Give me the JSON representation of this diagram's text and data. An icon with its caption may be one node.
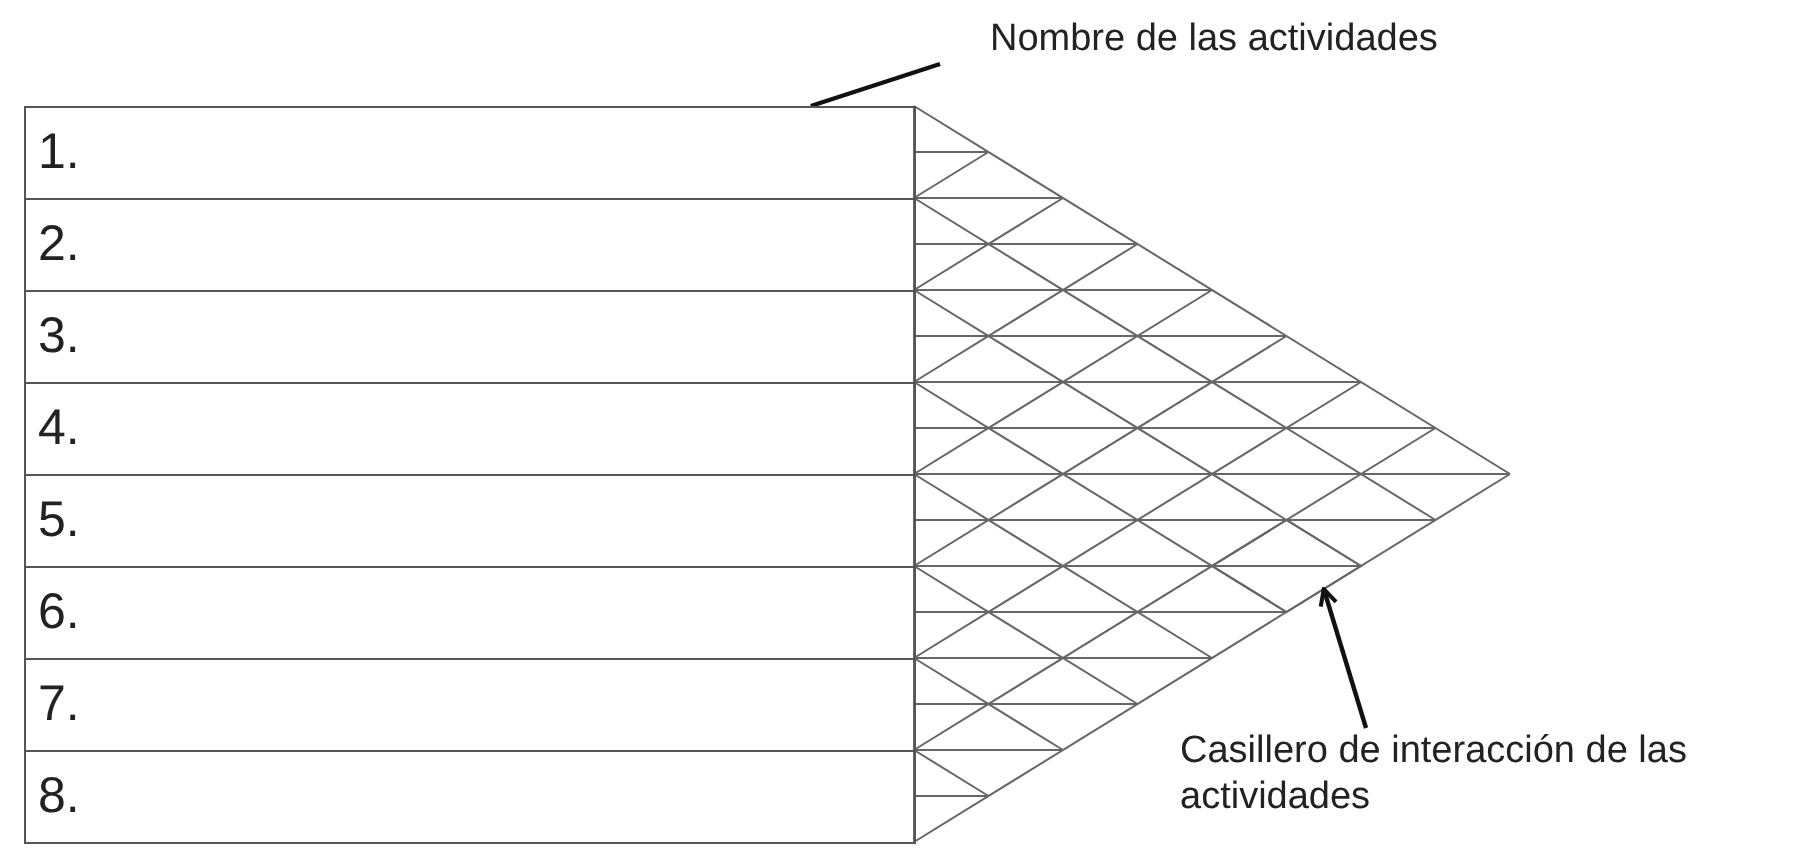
{
  "diagram": {
    "nodes": [
      {
        "text": [
          "Nombre de las actividades"
        ]
      },
      {
        "text": [
          "1."
        ]
      },
      {
        "text": [
          "2."
        ]
      },
      {
        "text": [
          "3."
        ]
      },
      {
        "text": [
          "4."
        ]
      },
      {
        "text": [
          "5."
        ]
      },
      {
        "text": [
          "6."
        ]
      },
      {
        "text": [
          "7."
        ]
      },
      {
        "text": [
          "8."
        ]
      },
      {
        "text": [
          "Casillero de interacción de las actividades"
        ]
      },
      {
        "text": [],
        "shape": "diamond"
      }
    ],
    "edges": [
      {
        "from": 0,
        "to": 1,
        "arrow": "none"
      },
      {
        "from": 9,
        "to": 10,
        "arrow": "to"
      }
    ]
  }
}
